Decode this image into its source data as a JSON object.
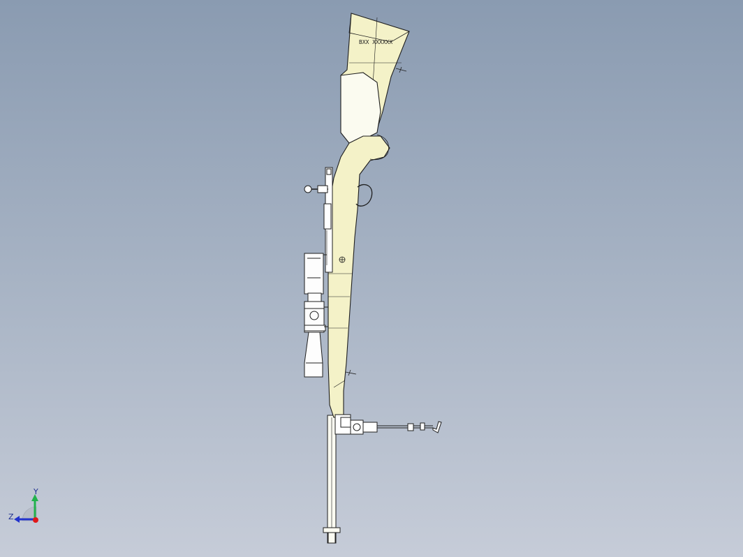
{
  "viewport": {
    "background_top": "#8a9bb1",
    "background_bottom": "#c6ccd8"
  },
  "model": {
    "part_color": "#f4f2c8",
    "edge_color": "#1e1e1e",
    "stock_engraving": "BXX XXXXXX"
  },
  "triad": {
    "y_label": "Y",
    "z_label": "Z",
    "y_color": "#22b24c",
    "z_color": "#2233cc",
    "x_color": "#e0181a"
  }
}
